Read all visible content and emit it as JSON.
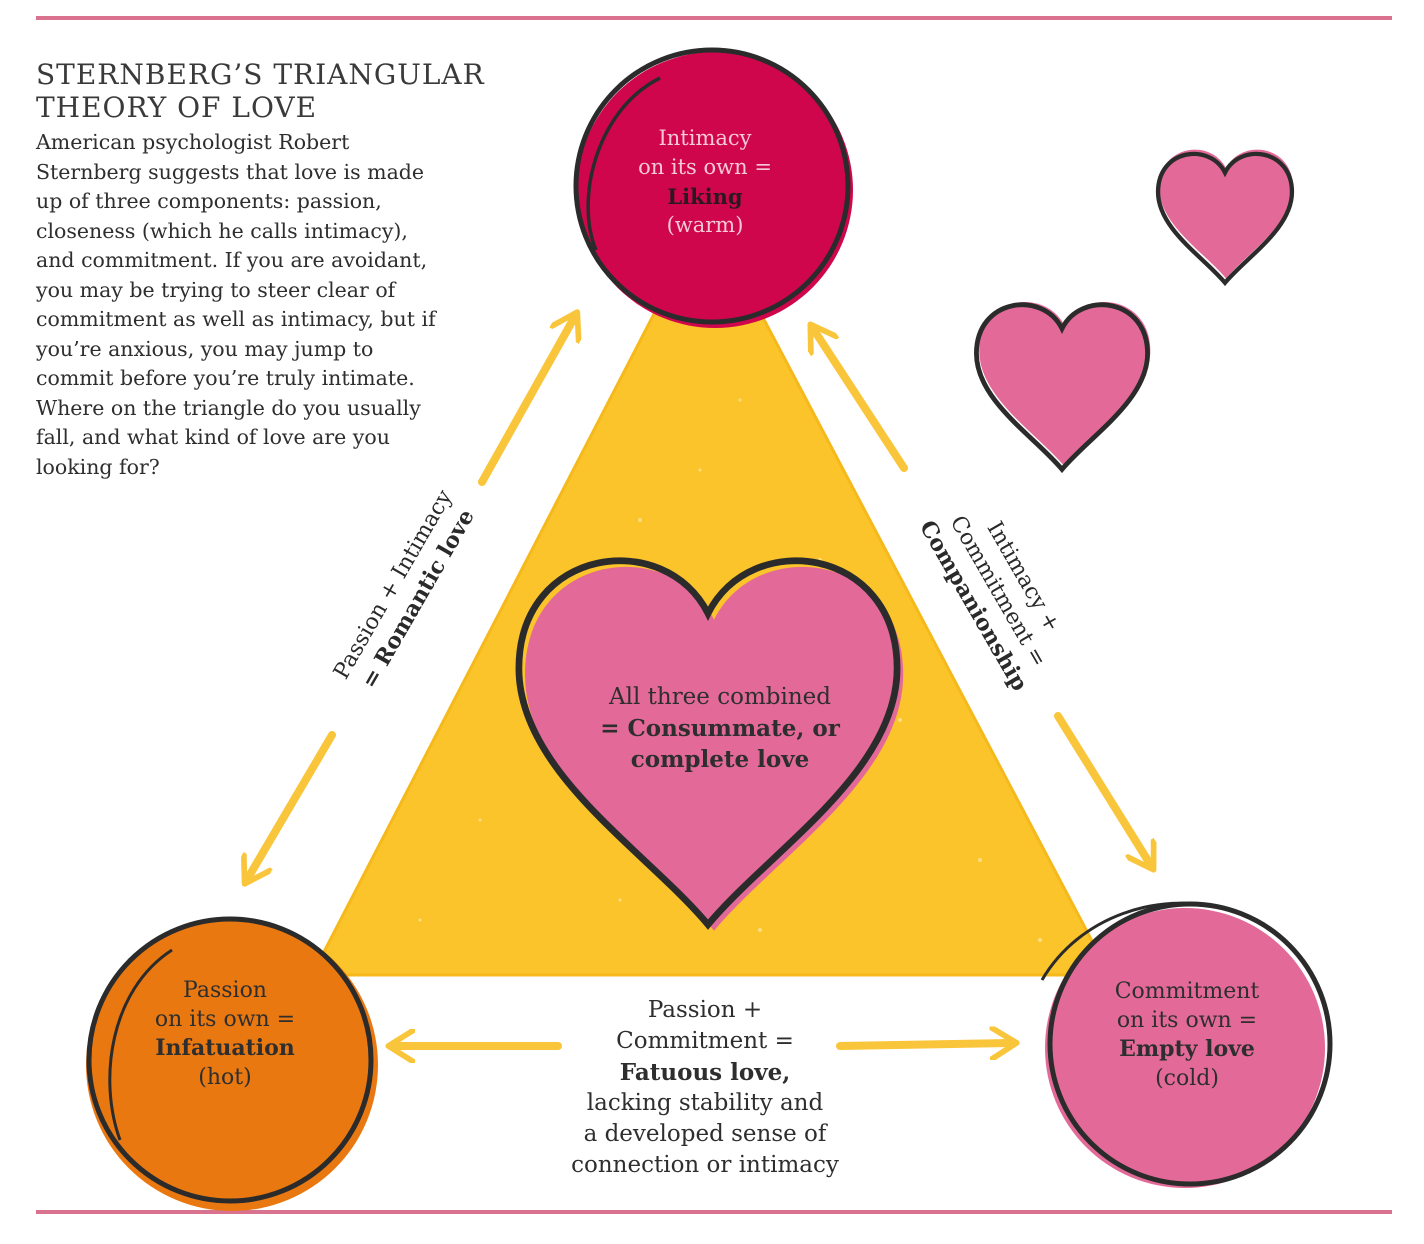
{
  "intro": {
    "title_line1": "STERNBERG’S TRIANGULAR",
    "title_line2": "THEORY OF LOVE",
    "body": "American psychologist Robert Sternberg suggests that love is made up of three components: passion, closeness (which he calls intimacy), and commitment. If you are avoidant, you may be trying to steer clear of commitment as well as intimacy, but if you’re anxious, you may jump to commit before you’re truly intimate. Where on the triangle do you usually fall, and what kind of love are you looking for?"
  },
  "intimacy": {
    "line1": "Intimacy",
    "line2": "on its own =",
    "name": "Liking",
    "temp": "(warm)"
  },
  "passion": {
    "line1": "Passion",
    "line2": "on its own =",
    "name": "Infatuation",
    "temp": "(hot)"
  },
  "commitment": {
    "line1": "Commitment",
    "line2": "on its own =",
    "name": "Empty love",
    "temp": "(cold)"
  },
  "center": {
    "line1": "All three combined",
    "name": "= Consummate, or complete love"
  },
  "romantic": {
    "line1": "Passion + Intimacy",
    "name": "= Romantic love"
  },
  "companionship": {
    "line1": "Intimacy +",
    "line2": "Commitment =",
    "name": "Companionship"
  },
  "fatuous": {
    "line1": "Passion +",
    "line2": "Commitment =",
    "name": "Fatuous love,",
    "line3": "lacking stability and",
    "line4": "a developed sense of",
    "line5": "connection or intimacy"
  },
  "colors": {
    "rule": "#d9728f",
    "triangle": "#fbc42a",
    "arrow": "#f9c53a",
    "intimacy_circle": "#d0064d",
    "passion_circle": "#e97811",
    "commitment_circle": "#e36a98",
    "heart": "#e36a98",
    "outline": "#2b2b2b"
  }
}
